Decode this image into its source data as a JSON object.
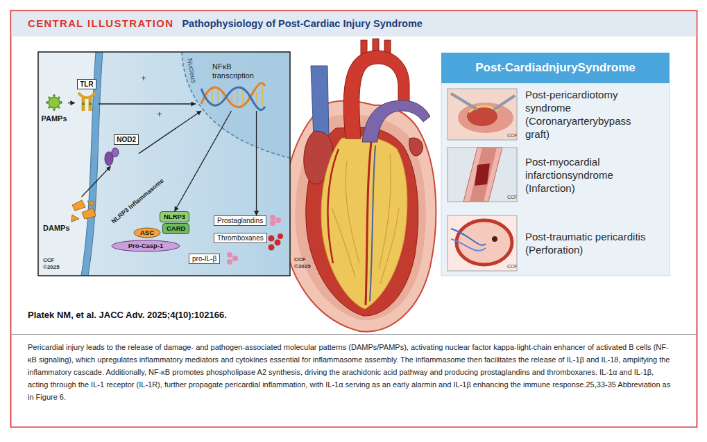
{
  "diagram": {
    "title": "Pathophysiology of Post-Cardiac Injury Syndrome",
    "caption": "Pericardial injury leads to the release of damage- and pathogen-associated molecular patterns (DAMPs/PAMPs), activating nuclear factor kappa-light-chain enhancer of activated B cells (NF-κB signaling), which upregulates inflammatory mediators and cytokines essential for inflammasome assembly. The inflammasome then facilitates the release of IL-1β and IL-18, amplifying the inflammatory cascade. Additionally, NF-κB promotes phospholipase A2 synthesis, driving the arachidonic acid pathway and producing prostaglandins and thromboxanes. IL-1α and IL-1β, acting through the IL-1 receptor (IL-1R), further propagate pericardial inflammation, with IL-1α serving as an early alarmin and IL-1β enhancing the immune response.25,33-35 Abbreviation as in Figure 6.",
    "nodes": [
      {
        "text": [
          "PAMPs"
        ]
      },
      {
        "text": [
          "TLR"
        ]
      },
      {
        "text": [
          "DAMPs"
        ]
      },
      {
        "text": [
          "NOD2"
        ]
      },
      {
        "text": [
          "NFκB transcription"
        ]
      },
      {
        "text": [
          "NLRP3"
        ]
      },
      {
        "text": [
          "CARD"
        ]
      },
      {
        "text": [
          "ASC"
        ]
      },
      {
        "text": [
          "Pro-Casp-1"
        ]
      },
      {
        "text": [
          "pro-IL-β"
        ]
      },
      {
        "text": [
          "Prostaglandins"
        ]
      },
      {
        "text": [
          "Thromboxanes"
        ]
      },
      {
        "text": [
          "Post-CardiadnjurySyndrome"
        ]
      },
      {
        "text": [
          "Post-pericardiotomy syndrome",
          "(Coronaryarterybypass graft)"
        ],
        "in": 12
      },
      {
        "text": [
          "Post-myocardial infarctionsyndrome",
          "(Infarction)"
        ],
        "in": 12
      },
      {
        "text": [
          "Post-traumatic pericarditis",
          "(Perforation)"
        ],
        "in": 12
      }
    ],
    "edges": [
      {
        "from": 0,
        "to": 1,
        "arrow": "to"
      },
      {
        "from": 1,
        "to": 4,
        "arrow": "to"
      },
      {
        "from": 2,
        "to": 3,
        "arrow": "to"
      },
      {
        "from": 3,
        "to": 4,
        "arrow": "to"
      },
      {
        "from": 4,
        "to": 5,
        "arrow": "to"
      },
      {
        "from": 4,
        "to": 10,
        "arrow": "to"
      }
    ],
    "labels": [
      "CENTRAL ILLUSTRATION",
      "Nucleus",
      "+",
      "+",
      "NLRP3 Inflammasome",
      "CCF ©2025",
      "CCF ©2025",
      "CCF",
      "CCF",
      "CCF",
      "Platek NM, et al. JACC Adv. 2025;4(10):102166."
    ]
  }
}
